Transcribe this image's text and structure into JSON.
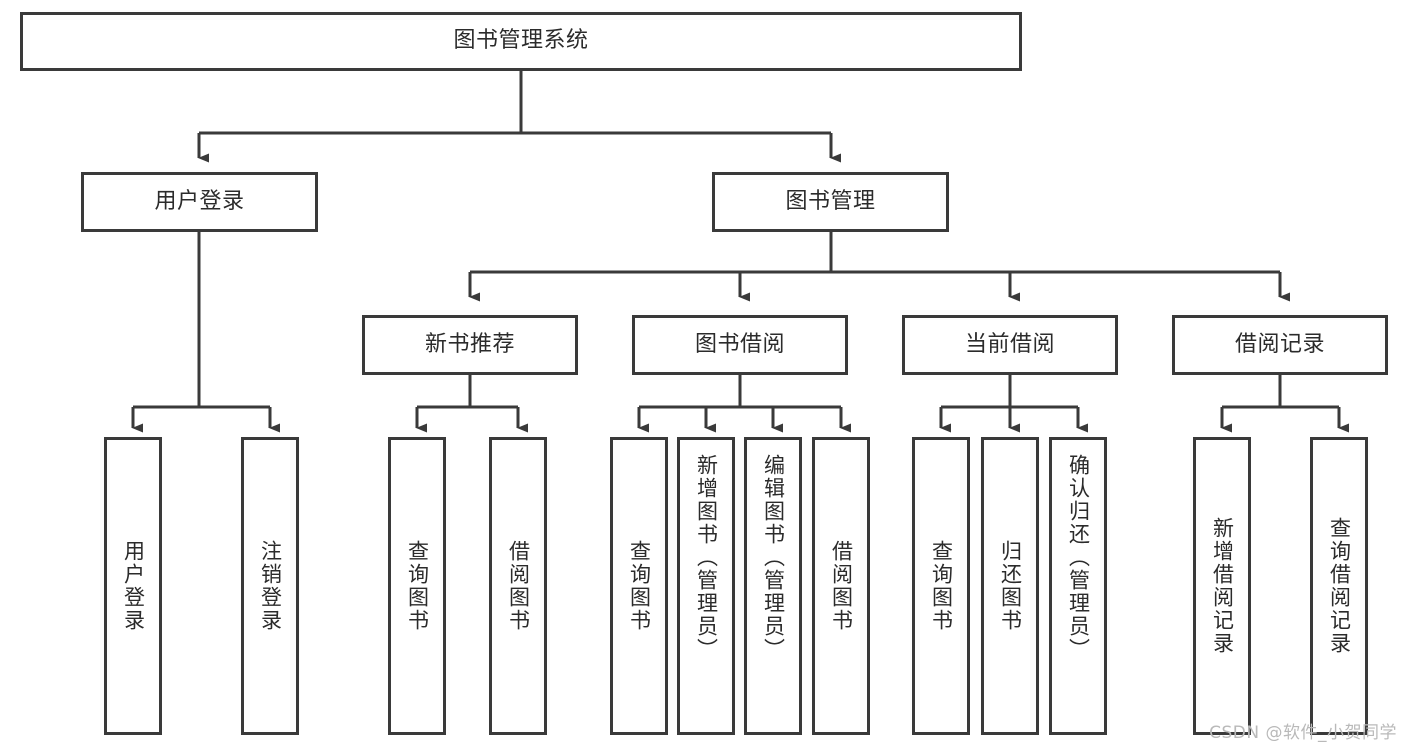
{
  "diagram": {
    "type": "tree-hierarchy-chart",
    "title": "图书管理系统",
    "watermark": "CSDN @软件_小贺同学",
    "style": {
      "border_color": "#3a3a3a",
      "fill_color": "#ffffff",
      "text_color": "#2b2b2b",
      "edge_color": "#3a3a3a",
      "watermark_color": "#b9b9b9"
    },
    "levels": [
      {
        "level": 1,
        "nodes": [
          {
            "id": "root",
            "label": "图书管理系统",
            "orientation": "horizontal"
          }
        ]
      },
      {
        "level": 2,
        "nodes": [
          {
            "id": "login",
            "label": "用户登录",
            "orientation": "horizontal",
            "parent": "root"
          },
          {
            "id": "bookmgmt",
            "label": "图书管理",
            "orientation": "horizontal",
            "parent": "root"
          }
        ]
      },
      {
        "level": 3,
        "nodes": [
          {
            "id": "newbook",
            "label": "新书推荐",
            "orientation": "horizontal",
            "parent": "bookmgmt"
          },
          {
            "id": "borrow",
            "label": "图书借阅",
            "orientation": "horizontal",
            "parent": "bookmgmt"
          },
          {
            "id": "current",
            "label": "当前借阅",
            "orientation": "horizontal",
            "parent": "bookmgmt"
          },
          {
            "id": "records",
            "label": "借阅记录",
            "orientation": "horizontal",
            "parent": "bookmgmt"
          }
        ]
      },
      {
        "level": 4,
        "nodes": [
          {
            "id": "leaf1",
            "label": "用户登录",
            "orientation": "vertical",
            "parent": "login"
          },
          {
            "id": "leaf2",
            "label": "注销登录",
            "orientation": "vertical",
            "parent": "login"
          },
          {
            "id": "leaf3",
            "label": "查询图书",
            "orientation": "vertical",
            "parent": "newbook"
          },
          {
            "id": "leaf4",
            "label": "借阅图书",
            "orientation": "vertical",
            "parent": "newbook"
          },
          {
            "id": "leaf5",
            "label": "查询图书",
            "orientation": "vertical",
            "parent": "borrow"
          },
          {
            "id": "leaf6",
            "label": "新增图书（管理员）",
            "orientation": "vertical",
            "parent": "borrow"
          },
          {
            "id": "leaf7",
            "label": "编辑图书（管理员）",
            "orientation": "vertical",
            "parent": "borrow"
          },
          {
            "id": "leaf8",
            "label": "借阅图书",
            "orientation": "vertical",
            "parent": "borrow"
          },
          {
            "id": "leaf9",
            "label": "查询图书",
            "orientation": "vertical",
            "parent": "current"
          },
          {
            "id": "leaf10",
            "label": "归还图书",
            "orientation": "vertical",
            "parent": "current"
          },
          {
            "id": "leaf11",
            "label": "确认归还（管理员）",
            "orientation": "vertical",
            "parent": "current"
          },
          {
            "id": "leaf12",
            "label": "新增借阅记录",
            "orientation": "vertical",
            "parent": "records"
          },
          {
            "id": "leaf13",
            "label": "查询借阅记录",
            "orientation": "vertical",
            "parent": "records"
          }
        ]
      }
    ]
  }
}
